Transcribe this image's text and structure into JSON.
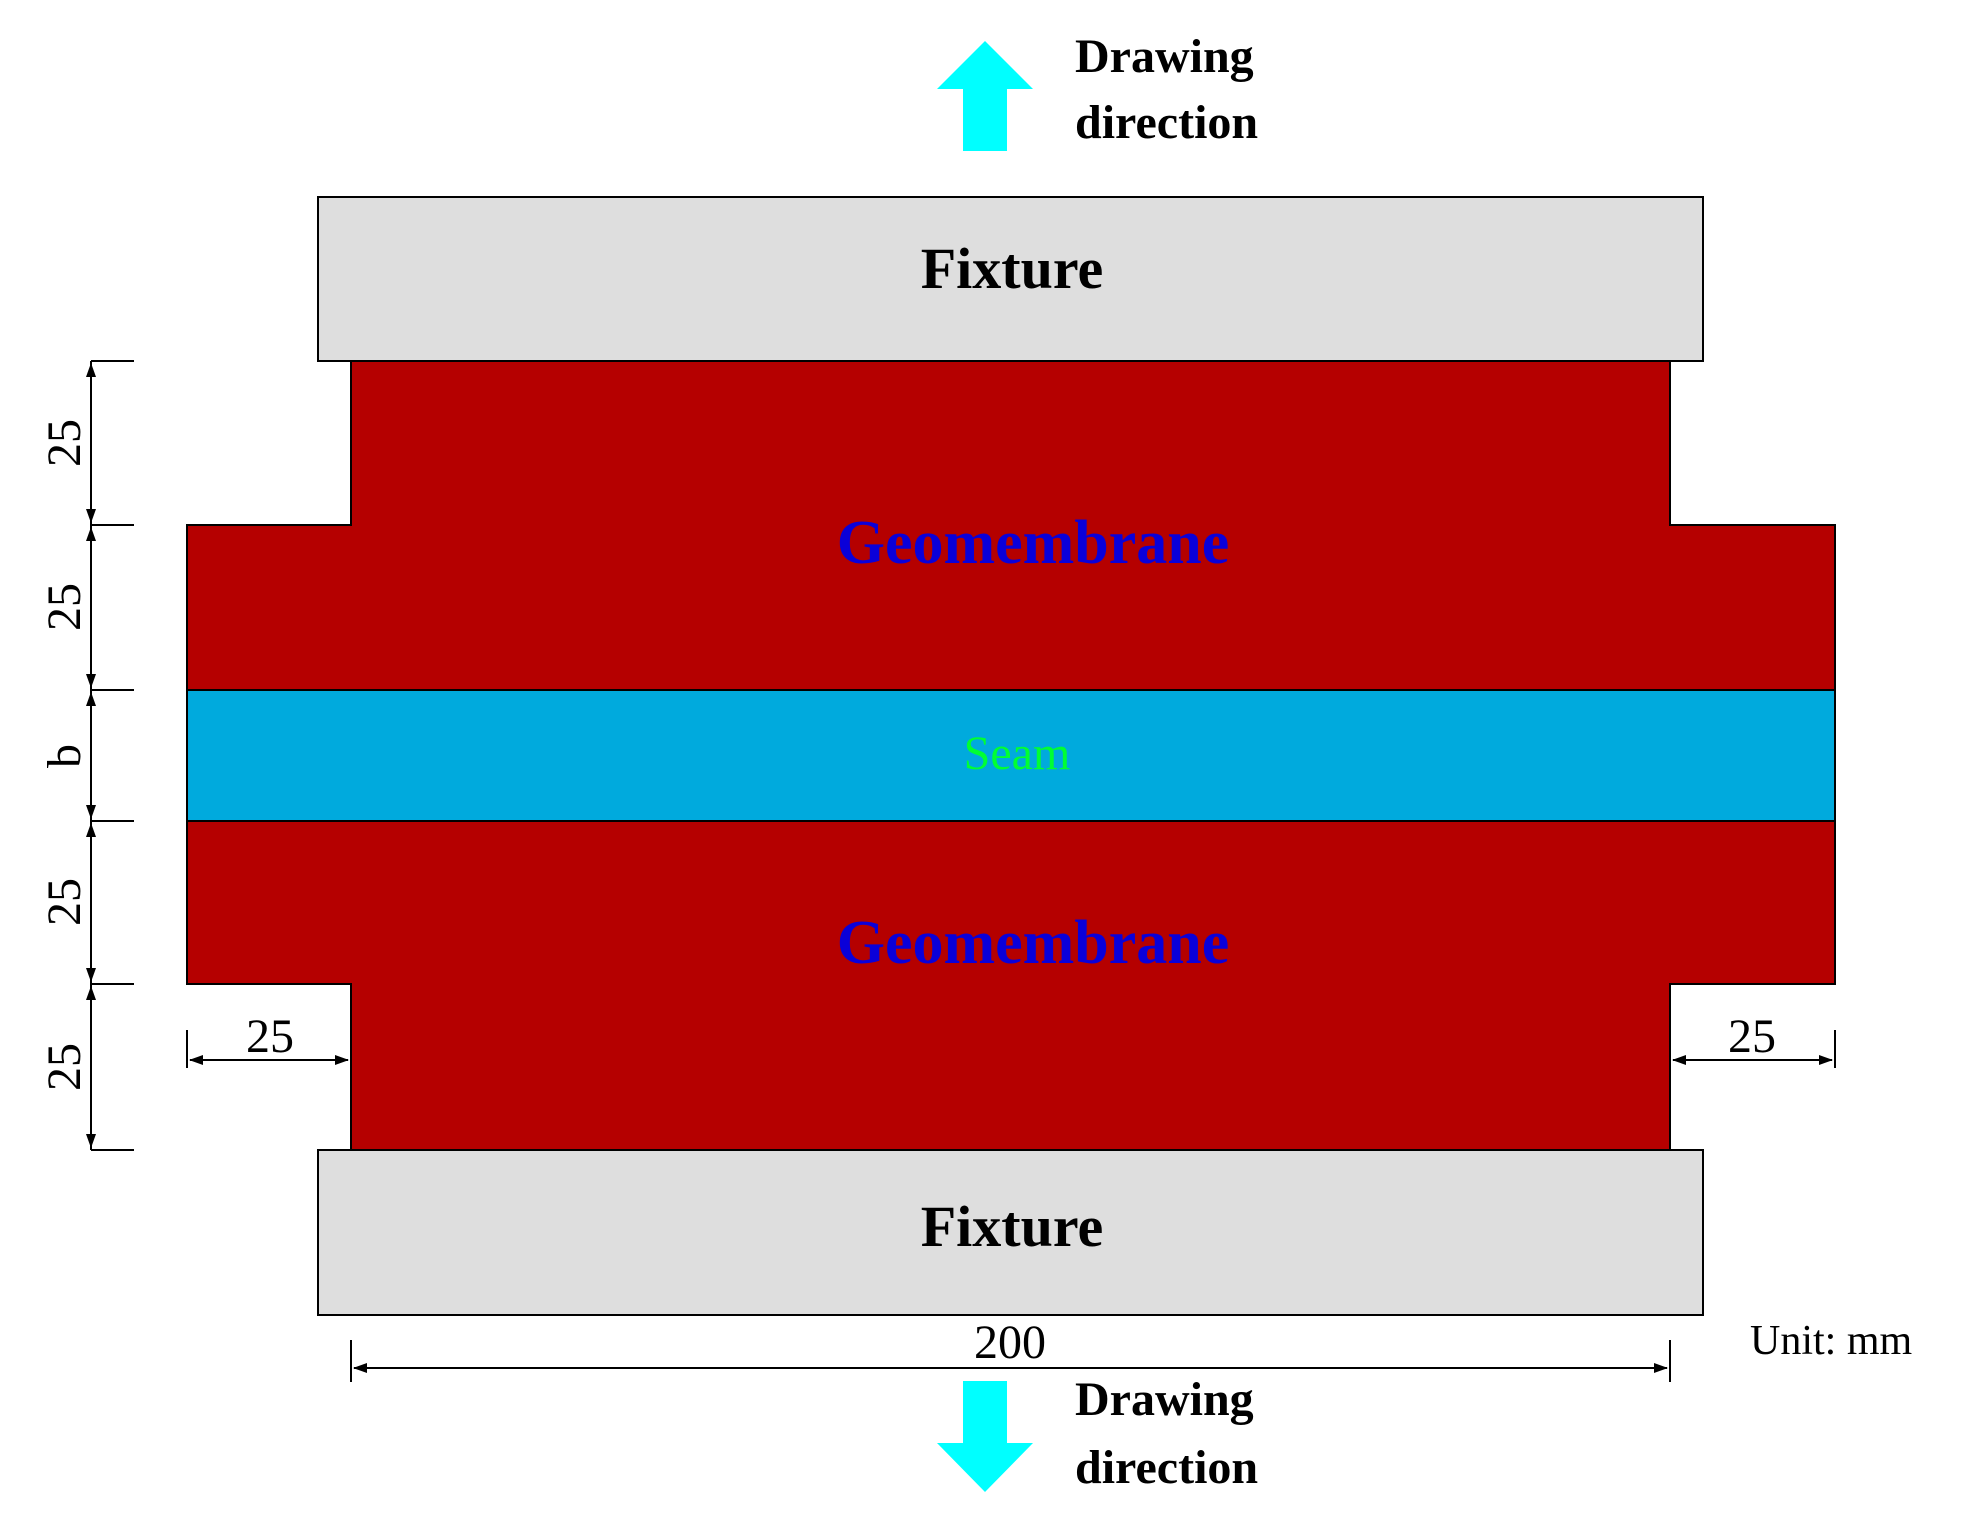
{
  "fixture_top": {
    "label": "Fixture"
  },
  "fixture_bottom": {
    "label": "Fixture"
  },
  "geomembrane_top": {
    "label": "Geomembrane"
  },
  "geomembrane_bottom": {
    "label": "Geomembrane"
  },
  "seam": {
    "label": "Seam"
  },
  "drawing_direction_top": {
    "line1": "Drawing",
    "line2": "direction"
  },
  "drawing_direction_bottom": {
    "line1": "Drawing",
    "line2": "direction"
  },
  "dimensions": {
    "left_1": "25",
    "left_2": "25",
    "left_seam": "b",
    "left_3": "25",
    "left_4": "25",
    "bottom_left": "25",
    "bottom_right": "25",
    "total_width": "200"
  },
  "unit": "Unit: mm",
  "colors": {
    "fixture_fill": "#dedede",
    "geomembrane_fill": "#b50000",
    "seam_fill": "#00aadd",
    "geomembrane_text": "#0a00d9",
    "seam_text": "#00ff33",
    "arrow_fill": "#00ffff"
  }
}
